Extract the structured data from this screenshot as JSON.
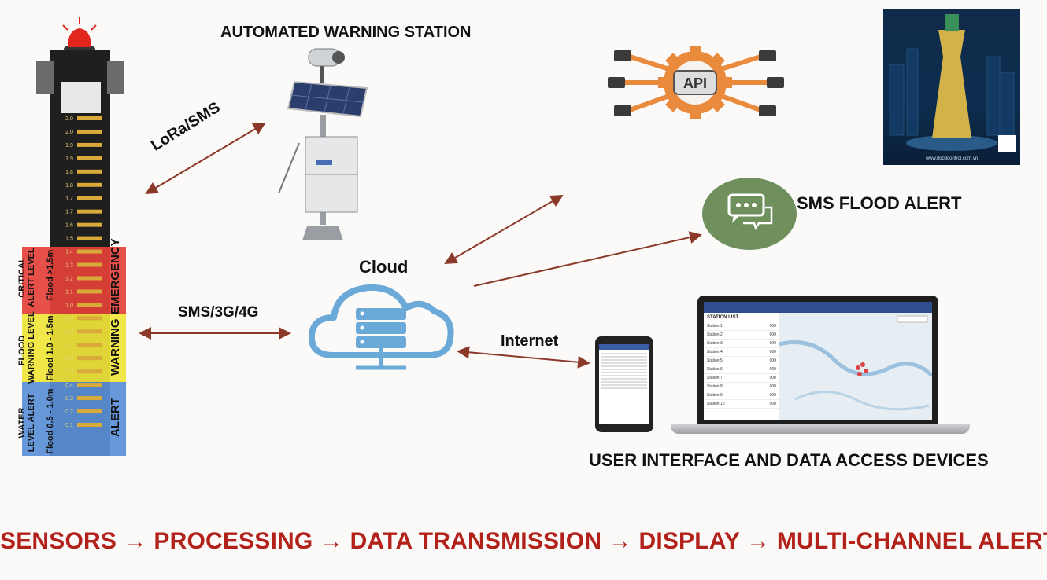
{
  "diagram": {
    "station_title": "AUTOMATED WARNING STATION",
    "link_lora": "LoRa/SMS",
    "link_sms": "SMS/3G/4G",
    "cloud": "Cloud",
    "link_internet": "Internet",
    "sms_alert": "SMS FLOOD ALERT",
    "devices": "USER INTERFACE AND DATA ACCESS DEVICES",
    "flow": "SENSORS → PROCESSING → DATA TRANSMISSION → DISPLAY → MULTI-CHANNEL ALERTS"
  },
  "gauge": {
    "ticks": [
      "2.0",
      "2.0",
      "1.9",
      "1.9",
      "1.8",
      "1.8",
      "1.7",
      "1.7",
      "1.6",
      "1.5",
      "1.4",
      "1.3",
      "1.2",
      "1.1",
      "1.0",
      "0.9",
      "0.8",
      "0.7",
      "0.6",
      "0.5",
      "0.4",
      "0.3",
      "0.2",
      "0.1"
    ],
    "levels": [
      {
        "row1": "CRITICAL",
        "row2": "ALERT LEVEL",
        "range": "Flood >1.5m",
        "status": "EMERGENCY",
        "color": "#e5403a"
      },
      {
        "row1": "FLOOD",
        "row2": "WARNING LEVEL",
        "range": "Flood 1.0 - 1.5m",
        "status": "WARNING",
        "color": "#f0e53a"
      },
      {
        "row1": "WATER",
        "row2": "LEVEL ALERT",
        "range": "Flood 0.5 - 1.0m",
        "status": "ALERT",
        "color": "#5a8fd6"
      }
    ]
  },
  "api_badge": "API",
  "poster": {
    "url": "www.floodcontrol.com.vn"
  },
  "laptop": {
    "header": "STATION LIST",
    "stations": [
      {
        "name": "Station 1",
        "value": "000"
      },
      {
        "name": "Station 2",
        "value": "000"
      },
      {
        "name": "Station 3",
        "value": "000"
      },
      {
        "name": "Station 4",
        "value": "000"
      },
      {
        "name": "Station 5",
        "value": "000"
      },
      {
        "name": "Station 6",
        "value": "000"
      },
      {
        "name": "Station 7",
        "value": "000"
      },
      {
        "name": "Station 8",
        "value": "000"
      },
      {
        "name": "Station 9",
        "value": "000"
      },
      {
        "name": "Station 10",
        "value": "000"
      }
    ]
  },
  "colors": {
    "arrow": "#8b3a2a",
    "banner_red": "#b2211a",
    "cloud_blue": "#6aa9d8",
    "sms_green": "#6f8f5c",
    "api_orange": "#e98a3c"
  }
}
